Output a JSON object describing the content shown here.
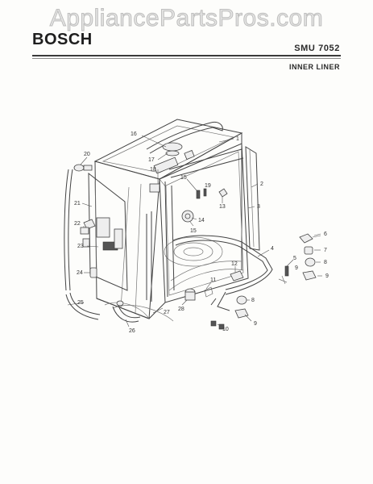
{
  "watermark": "AppliancePartsPros.com",
  "header": {
    "brand": "BOSCH",
    "model": "SMU 7052",
    "section": "INNER LINER"
  },
  "callouts": [
    {
      "num": "1"
    },
    {
      "num": "2"
    },
    {
      "num": "3"
    },
    {
      "num": "4"
    },
    {
      "num": "5"
    },
    {
      "num": "6"
    },
    {
      "num": "7"
    },
    {
      "num": "8"
    },
    {
      "num": "9"
    },
    {
      "num": "9"
    },
    {
      "num": "10"
    },
    {
      "num": "11"
    },
    {
      "num": "12"
    },
    {
      "num": "13"
    },
    {
      "num": "14"
    },
    {
      "num": "15"
    },
    {
      "num": "15"
    },
    {
      "num": "16"
    },
    {
      "num": "17"
    },
    {
      "num": "18"
    },
    {
      "num": "19"
    },
    {
      "num": "20"
    },
    {
      "num": "21"
    },
    {
      "num": "22"
    },
    {
      "num": "23"
    },
    {
      "num": "24"
    },
    {
      "num": "25"
    },
    {
      "num": "26"
    },
    {
      "num": "27"
    },
    {
      "num": "28"
    },
    {
      "num": "8"
    },
    {
      "num": "9"
    }
  ]
}
